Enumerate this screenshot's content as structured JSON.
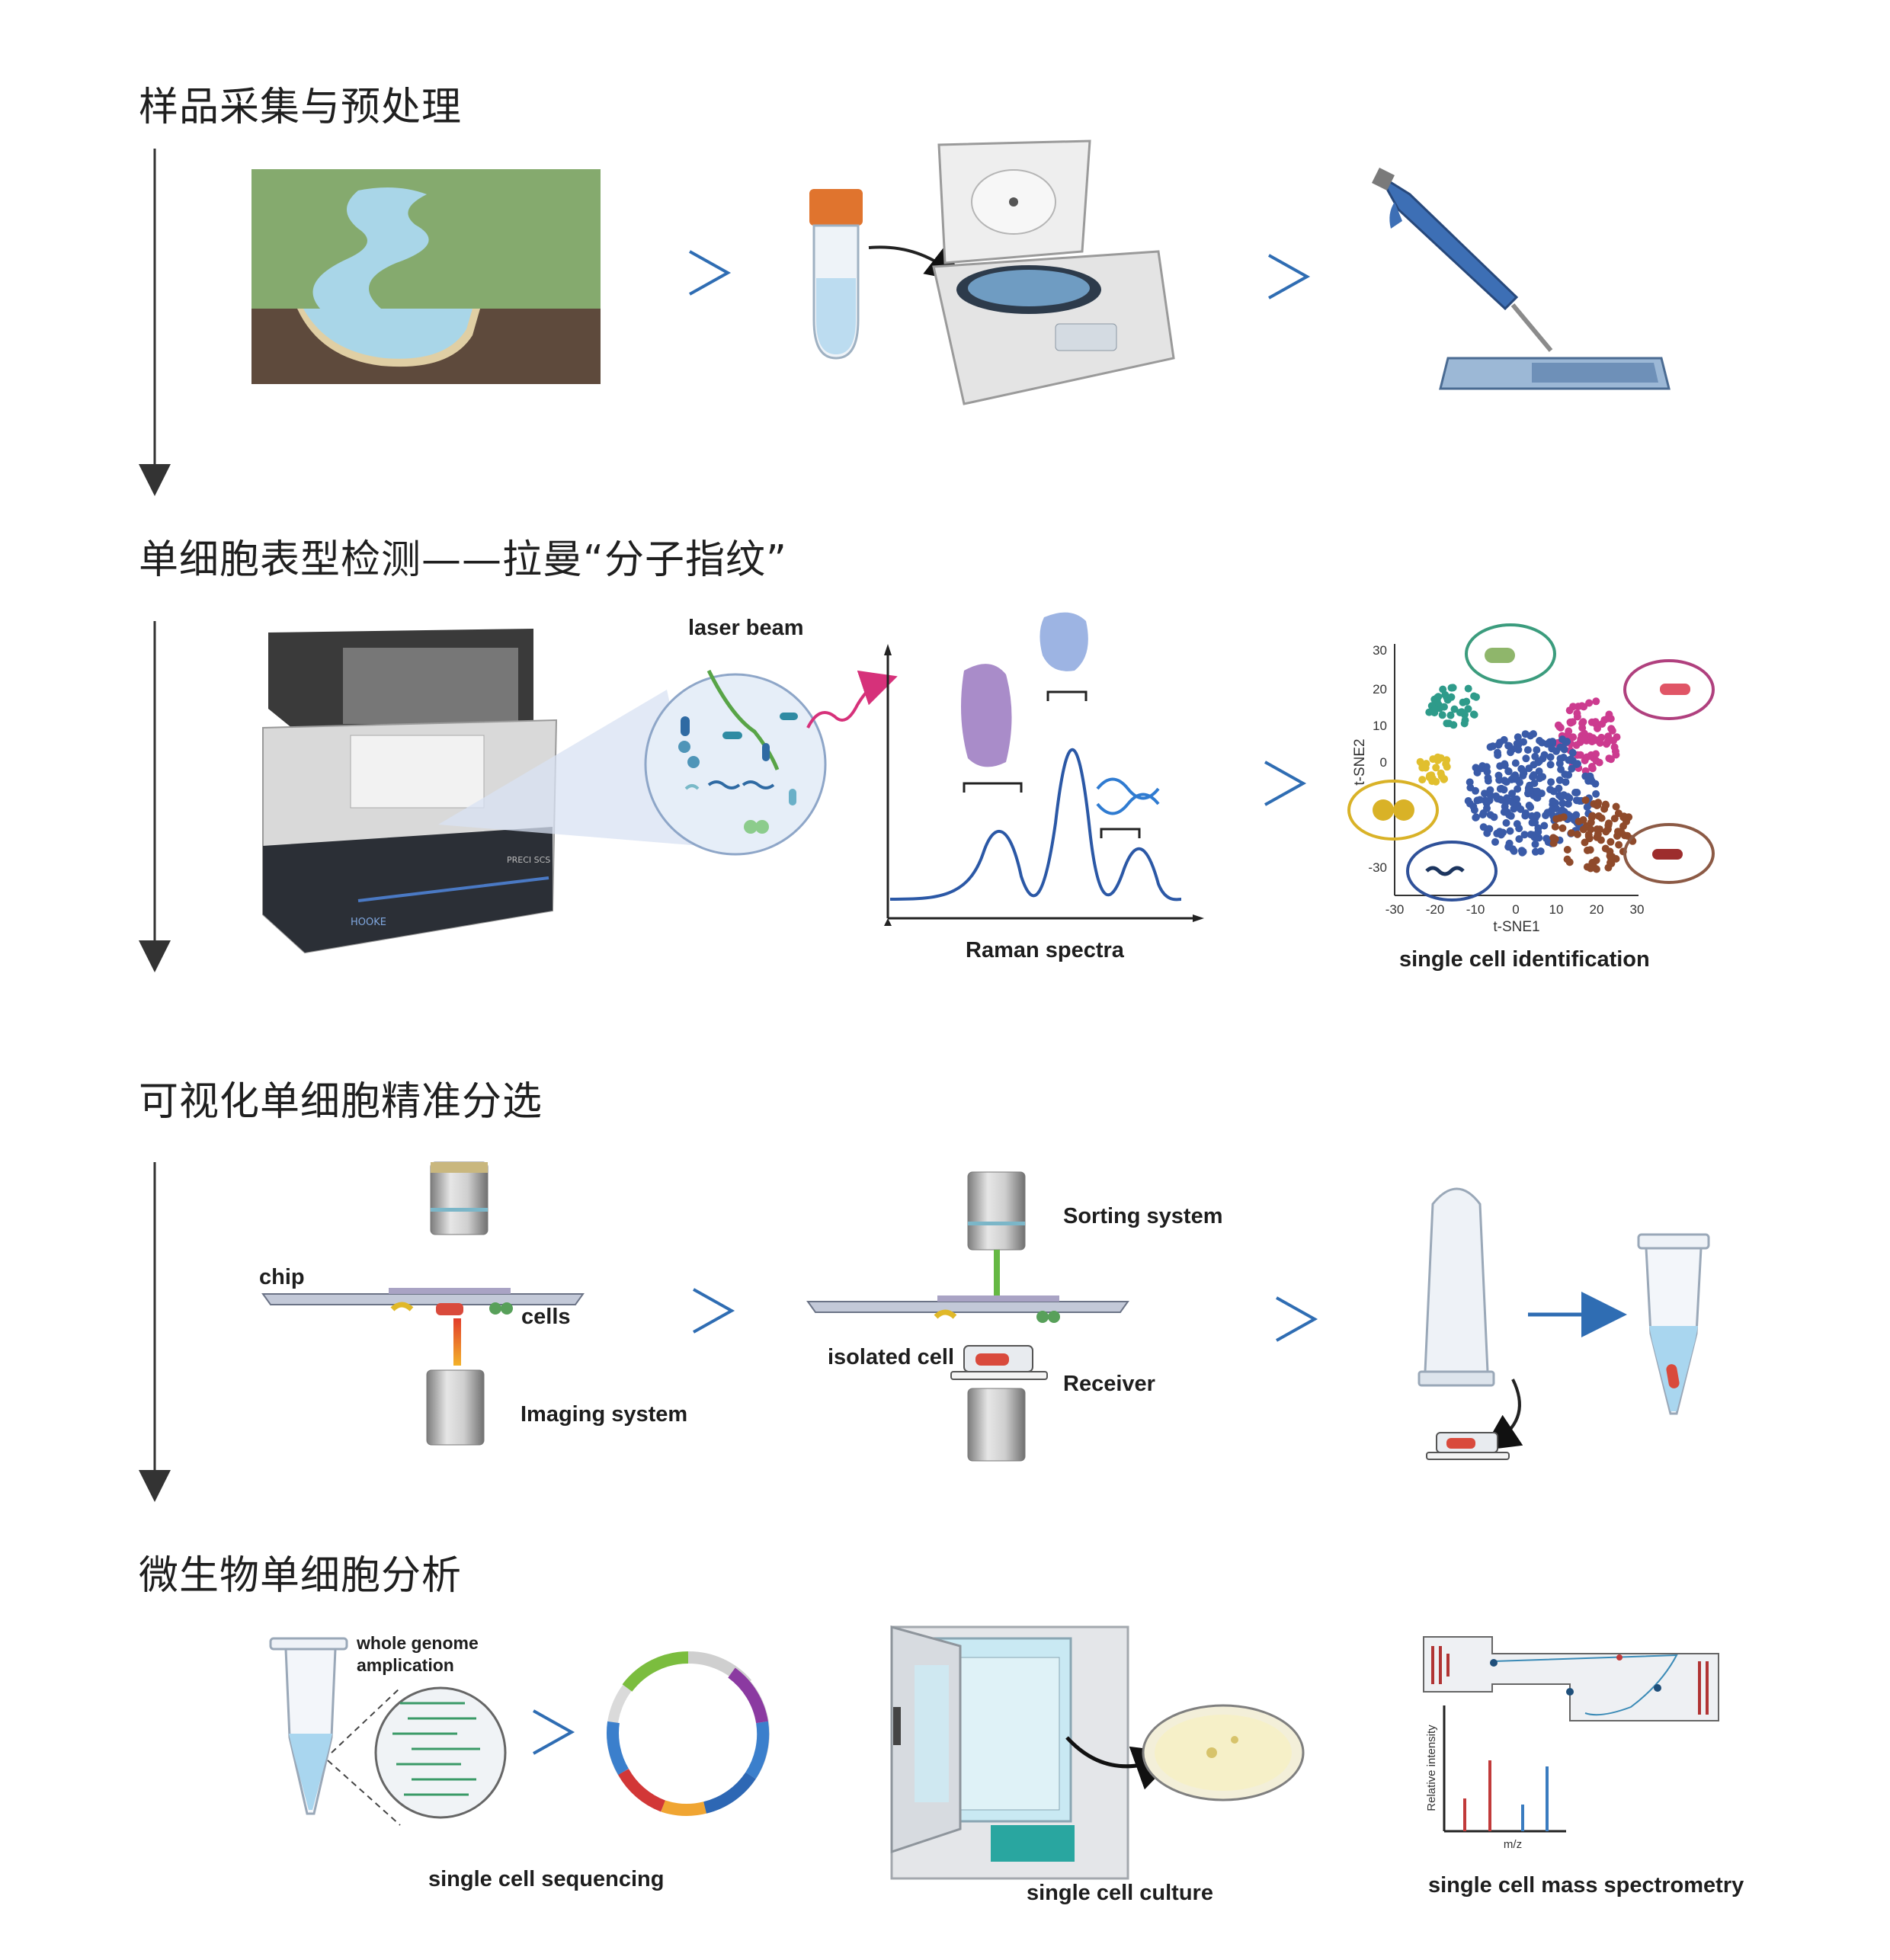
{
  "sections": [
    {
      "title": "样品采集与预处理"
    },
    {
      "title": "单细胞表型检测——拉曼“分子指纹”"
    },
    {
      "title": "可视化单细胞精准分选"
    },
    {
      "title": "微生物单细胞分析"
    }
  ],
  "phenotype": {
    "laser_beam": "laser beam",
    "raman_spectra": "Raman spectra",
    "single_cell_identification": "single cell identification",
    "instrument_model": "PRECI SCS",
    "instrument_brand": "HOOKE"
  },
  "tsne_plot": {
    "x_label": "t-SNE1",
    "y_label": "t-SNE2",
    "x_ticks": [
      "-30",
      "-20",
      "-10",
      "0",
      "10",
      "20",
      "30"
    ],
    "y_ticks": [
      "30",
      "20",
      "10",
      "0",
      "-30"
    ]
  },
  "sorting": {
    "chip": "chip",
    "cells": "cells",
    "imaging_system": "Imaging system",
    "sorting_system": "Sorting system",
    "isolated_cell": "isolated cell",
    "receiver": "Receiver"
  },
  "analysis": {
    "whole_genome_line1": "whole genome",
    "whole_genome_line2": "amplication",
    "single_cell_sequencing": "single cell sequencing",
    "single_cell_culture": "single cell culture",
    "single_cell_mass_spectrometry": "single cell mass spectrometry",
    "ms_y_label": "Relative intensity",
    "ms_x_label": "m/z"
  },
  "colors": {
    "arrow_blue": "#2f6db3",
    "grass": "#85aa6e",
    "soil": "#5e4a3c",
    "water": "#a9d6e8"
  }
}
